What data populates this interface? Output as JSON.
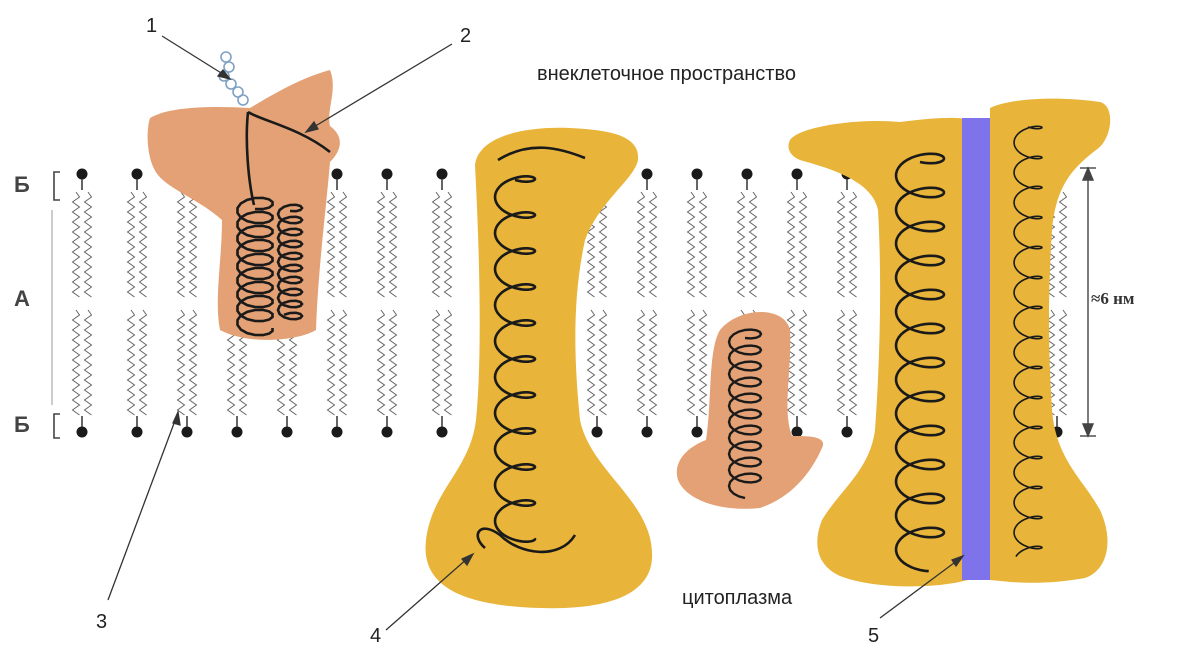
{
  "labels": {
    "extracellular": "внеклеточное пространство",
    "cytoplasm": "цитоплазма",
    "thickness": "≈6 нм"
  },
  "side_labels": {
    "top_b": "Б",
    "middle_a": "А",
    "bottom_b": "Б"
  },
  "numbers": {
    "n1": "1",
    "n2": "2",
    "n3": "3",
    "n4": "4",
    "n5": "5"
  },
  "colors": {
    "protein_gold": "#E8B43A",
    "protein_peach": "#E3A175",
    "channel_blue": "#7F73EC",
    "lipid_line": "#555555",
    "head_dark": "#1a1a1a"
  }
}
